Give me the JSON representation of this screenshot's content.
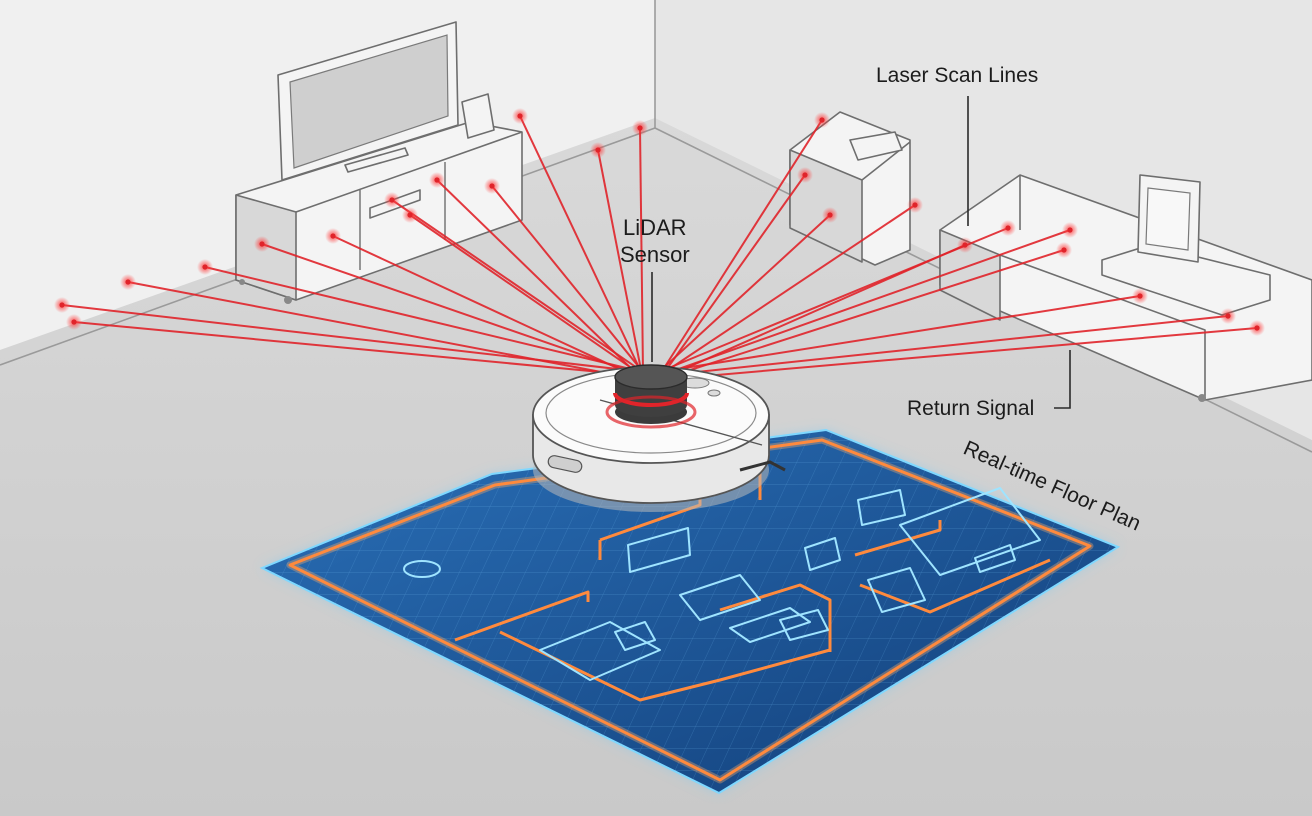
{
  "labels": {
    "laser_scan_lines": "Laser Scan Lines",
    "lidar_sensor_line1": "LiDAR",
    "lidar_sensor_line2": "Sensor",
    "return_signal": "Return Signal",
    "floor_plan": "Real-time Floor Plan"
  },
  "colors": {
    "laser": "#e0242a",
    "floor_plan_base": "#1a4f92",
    "floor_plan_glow": "#5fc8ff",
    "wall_trace": "#ff8a3d",
    "furniture_trace": "#9fe4ff",
    "room_floor": "#d2d2d2",
    "room_wall": "#ececec"
  },
  "icons": {
    "robot": "robot-vacuum-icon",
    "sensor": "lidar-turret-icon",
    "tv": "television-icon",
    "sofa": "sofa-icon"
  }
}
